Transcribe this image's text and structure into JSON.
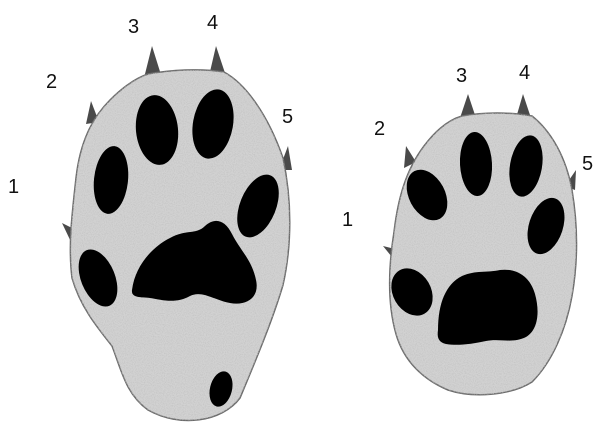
{
  "colors": {
    "page_background": "#ffffff",
    "print_fill": "#d2d2d2",
    "print_speckle": "#a6a6a6",
    "print_outline": "#6a6a6a",
    "pad_fill": "#000000",
    "claw_fill": "#4a4a4a",
    "label_color": "#111111"
  },
  "prints": {
    "large": {
      "toe_labels": [
        "1",
        "2",
        "3",
        "4",
        "5"
      ]
    },
    "small": {
      "toe_labels": [
        "1",
        "2",
        "3",
        "4",
        "5"
      ]
    }
  }
}
